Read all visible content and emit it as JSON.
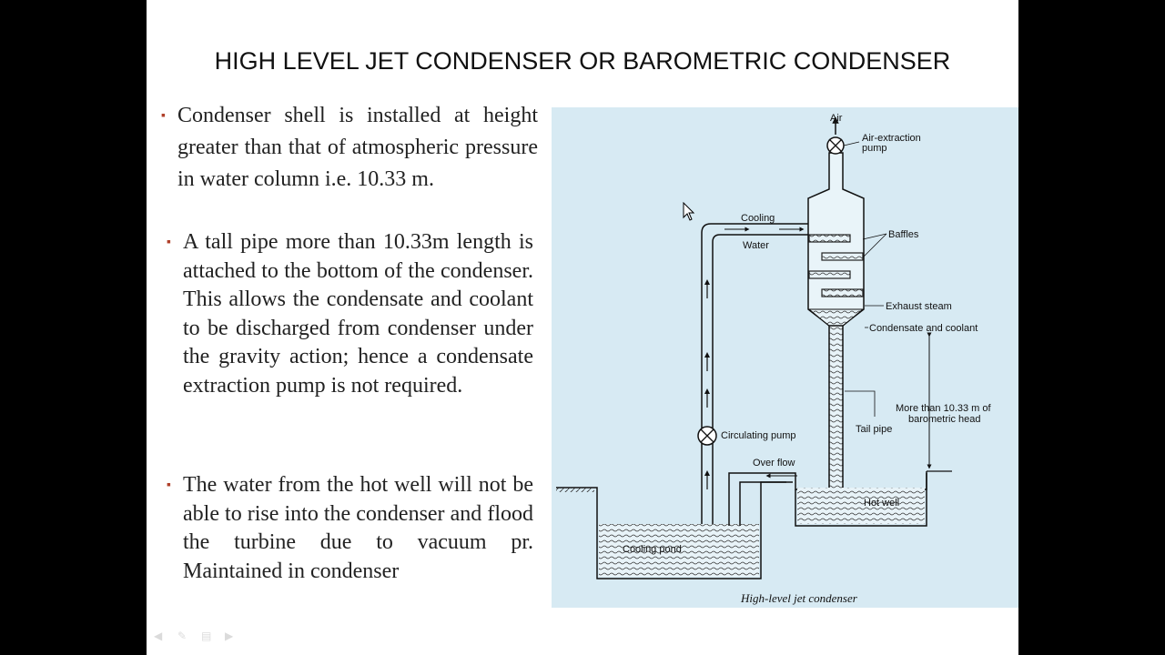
{
  "slide": {
    "title": "HIGH LEVEL JET CONDENSER OR  BAROMETRIC CONDENSER",
    "bullets": [
      "Condenser shell is installed at height greater than that of atmospheric pressure in water column i.e. 10.33 m.",
      "A tall pipe more than 10.33m length is attached to the bottom of the condenser. This allows the condensate and coolant to be discharged from condenser under  the gravity action; hence a  condensate extraction pump is not required.",
      "The water from the hot well will not be able to rise into the condenser and flood the turbine due to vacuum pr. Maintained in condenser"
    ],
    "bullet_mark": "▪"
  },
  "diagram": {
    "labels": {
      "air": "Air",
      "air_extraction_pump": "Air-extraction",
      "air_extraction_pump_2": "pump",
      "cooling": "Cooling",
      "water": "Water",
      "baffles": "Baffles",
      "exhaust_steam": "Exhaust steam",
      "condensate_coolant": "Condensate and coolant",
      "barometric_head_1": "More than 10.33 m of",
      "barometric_head_2": "barometric head",
      "tail_pipe": "Tail pipe",
      "circulating_pump": "Circulating pump",
      "over_flow": "Over flow",
      "hot_well": "Hot well",
      "cooling_pond": "Cooling pond"
    },
    "caption": "High-level jet condenser"
  },
  "icons": {
    "nav": [
      "arrow-left-icon",
      "pen-icon",
      "menu-icon",
      "arrow-right-icon"
    ],
    "cursor": "mouse-pointer-icon"
  }
}
